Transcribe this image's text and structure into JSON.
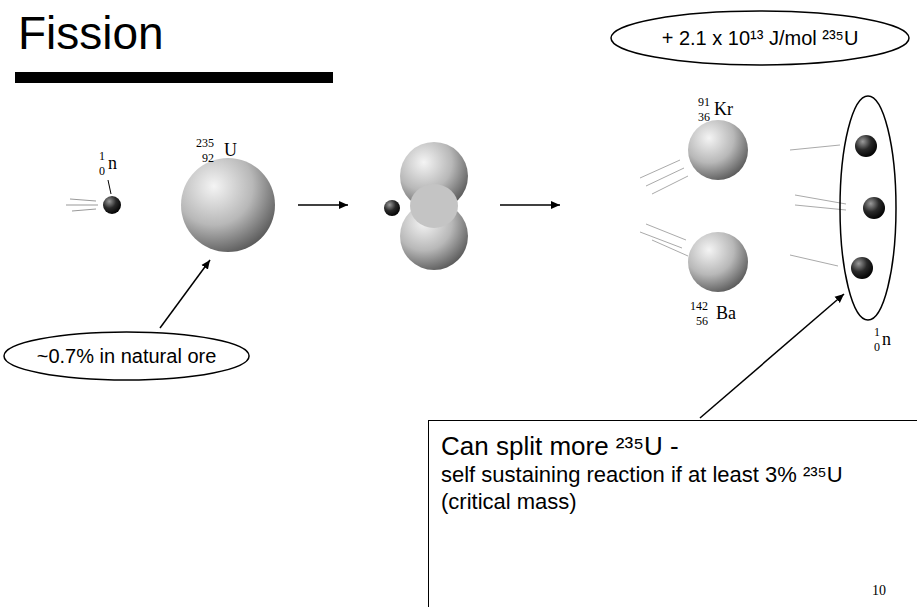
{
  "diagram": {
    "title": "Fission",
    "nodes": [
      {
        "text": [
          "+ 2.1 x 10¹³ J/mol ²³⁵U"
        ]
      },
      {
        "text": [
          "~0.7% in natural ore"
        ]
      },
      {
        "text": [
          "Can split more ²³⁵U -",
          "self sustaining reaction if at least 3% ²³⁵U (critical mass)"
        ]
      }
    ],
    "labels": [
      "1",
      "0",
      "n",
      "235",
      "92",
      "U",
      "91",
      "36",
      "Kr",
      "142",
      "56",
      "Ba",
      "1",
      "0",
      "n",
      "10"
    ]
  }
}
